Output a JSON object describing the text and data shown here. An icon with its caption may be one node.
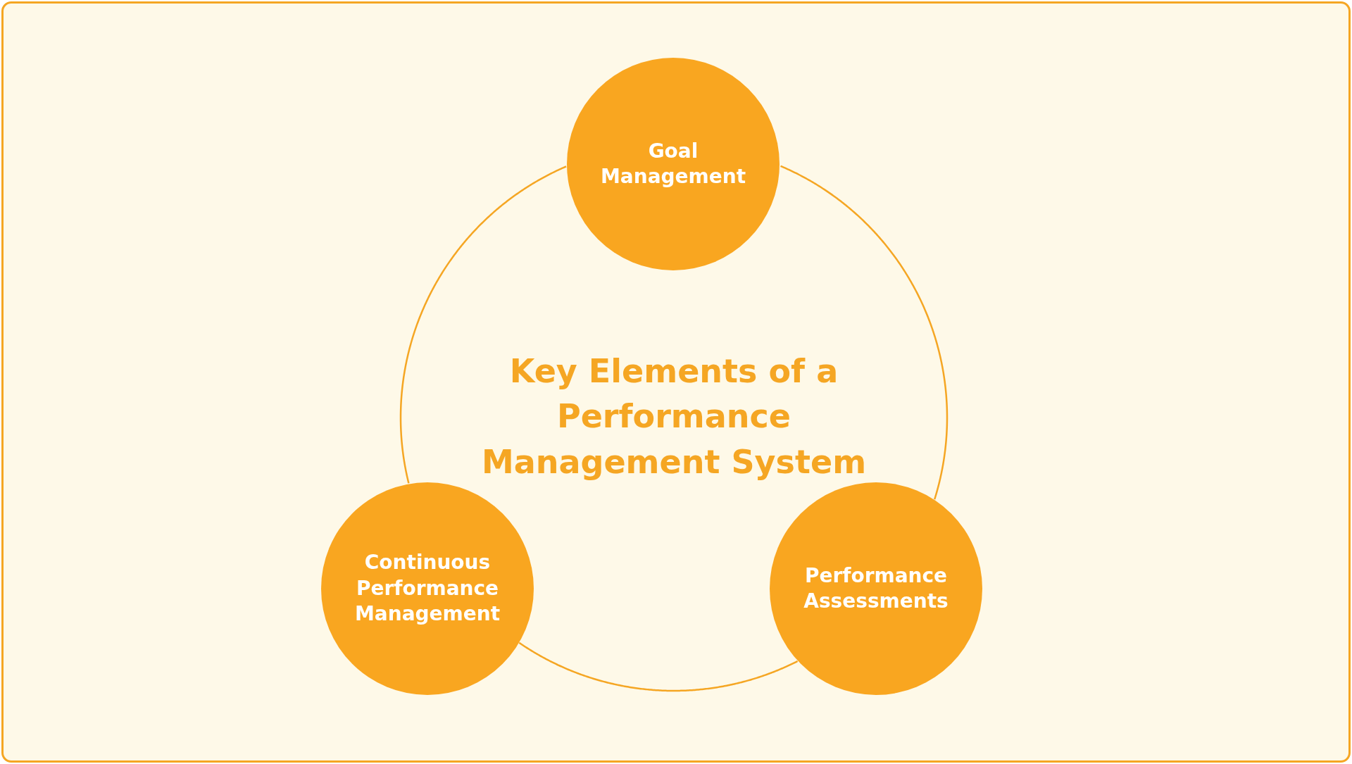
{
  "diagram": {
    "title": "Key Elements of a Performance Management System",
    "nodes": [
      {
        "text": [
          "Goal Management"
        ]
      },
      {
        "text": [
          "Continuous Performance Management"
        ]
      },
      {
        "text": [
          "Performance Assessments"
        ]
      }
    ],
    "edges": [
      {
        "from": 0,
        "to": 2,
        "arrow": "none"
      },
      {
        "from": 2,
        "to": 1,
        "arrow": "none"
      },
      {
        "from": 1,
        "to": 0,
        "arrow": "none"
      }
    ]
  }
}
